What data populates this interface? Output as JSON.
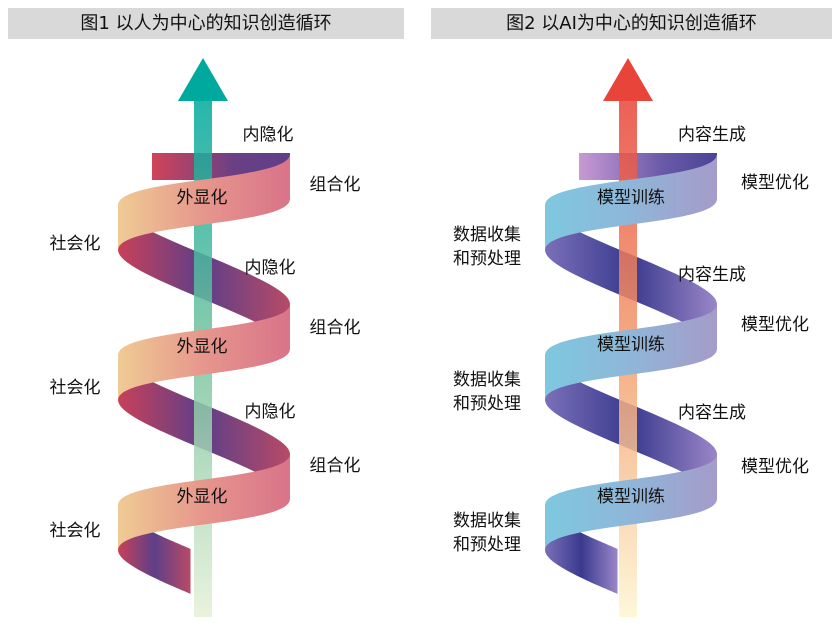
{
  "figure1": {
    "title": "图1 以人为中心的知识创造循环",
    "arrow_color": "#00a99d",
    "labels": {
      "tacit": [
        "内隐化",
        "内隐化",
        "内隐化"
      ],
      "combination": [
        "组合化",
        "组合化",
        "组合化"
      ],
      "externalization": [
        "外显化",
        "外显化",
        "外显化"
      ],
      "socialization": [
        "社会化",
        "社会化",
        "社会化"
      ]
    }
  },
  "figure2": {
    "title": "图2 以AI为中心的知识创造循环",
    "arrow_color": "#e8443a",
    "labels": {
      "generation": [
        "内容生成",
        "内容生成",
        "内容生成"
      ],
      "optimization": [
        "模型优化",
        "模型优化",
        "模型优化"
      ],
      "training": [
        "模型训练",
        "模型训练",
        "模型训练"
      ],
      "data_line1": [
        "数据收集",
        "数据收集",
        "数据收集"
      ],
      "data_line2": [
        "和预处理",
        "和预处理",
        "和预处理"
      ]
    }
  }
}
